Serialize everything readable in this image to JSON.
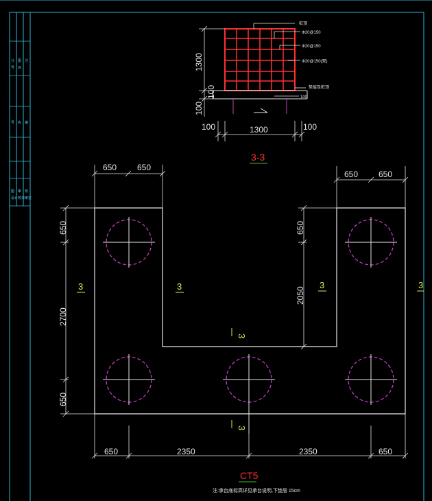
{
  "title_block": {
    "rows": [
      "分",
      "图",
      "注",
      "号",
      "目",
      "号",
      "名",
      "编",
      "图",
      "审",
      "核",
      "设计",
      "校对",
      "审定"
    ]
  },
  "section": {
    "title": "3-3",
    "height": "1300",
    "width": "1300",
    "cover_top": "100",
    "cover_bottom": "100",
    "cover_left": "100",
    "cover_right": "100",
    "sub_a": "100",
    "rebar_labels": [
      "桩顶",
      "Φ20@150",
      "Φ20@150",
      "Φ20@150(双)",
      "垫层及桩顶",
      "100"
    ]
  },
  "plan": {
    "title": "CT5",
    "note": "注:承台底标高详见承台说明,下垫层 15cm",
    "top_left_dims": [
      "650",
      "650"
    ],
    "top_right_dims": [
      "650",
      "650"
    ],
    "bottom_dims": [
      "650",
      "2350",
      "2350",
      "650"
    ],
    "left_dims": [
      "650",
      "2700",
      "650"
    ],
    "inner_right_dims": [
      "650",
      "2050"
    ],
    "section_marks": [
      "3",
      "3",
      "3",
      "3",
      "3",
      "3"
    ]
  }
}
